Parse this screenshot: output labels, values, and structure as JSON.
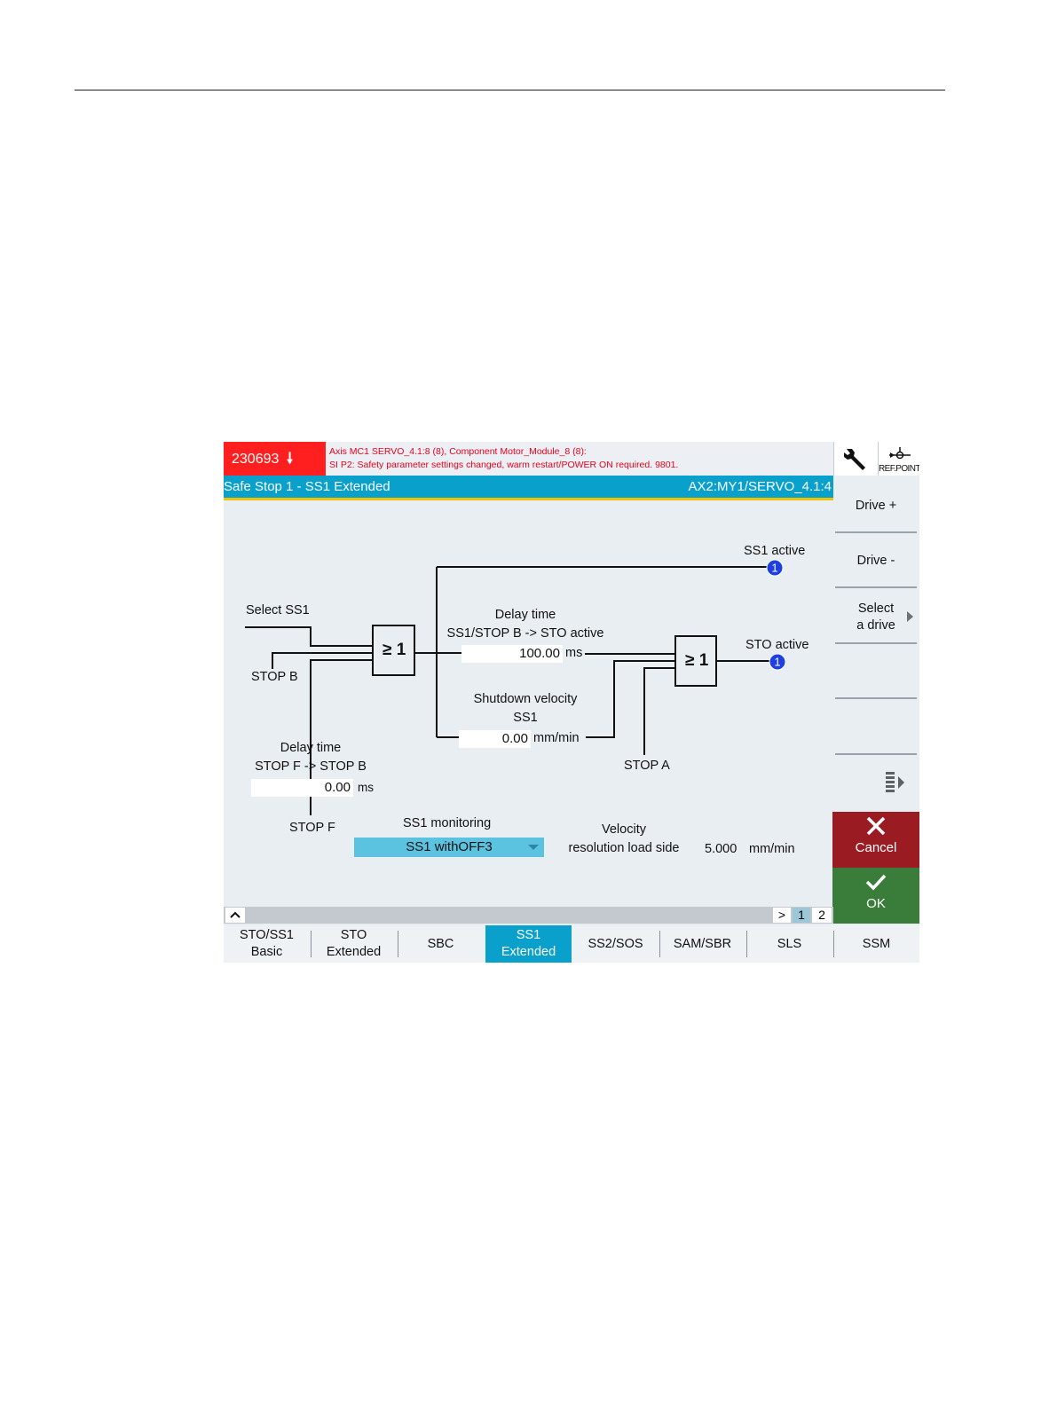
{
  "alarm": {
    "code": "230693",
    "arrow": "🠗",
    "line1": "Axis MC1 SERVO_4.1:8 (8), Component Motor_Module_8 (8):",
    "line2": "SI P2: Safety parameter settings changed, warm restart/POWER ON required. 9801."
  },
  "top_buttons": {
    "tool_icon": "wrench-icon",
    "ref_label": "REF.POINT"
  },
  "title": {
    "left": "Safe Stop 1 - SS1 Extended",
    "right": "AX2:MY1/SERVO_4.1:4"
  },
  "softkeys": {
    "drive_plus": "Drive +",
    "drive_minus": "Drive -",
    "select_drive_1": "Select",
    "select_drive_2": "a drive",
    "cancel": "Cancel",
    "ok": "OK"
  },
  "diagram": {
    "select_ss1": "Select SS1",
    "stop_b": "STOP B",
    "stop_f": "STOP F",
    "stop_a": "STOP A",
    "or_gate": "≥ 1",
    "ss1_active": "SS1 active",
    "sto_active": "STO active",
    "badge": "1",
    "delay1_title": "Delay time",
    "delay1_sub": "SS1/STOP B -> STO active",
    "delay1_value": "100.00",
    "delay1_unit": "ms",
    "shutdown_title": "Shutdown velocity",
    "shutdown_sub": "SS1",
    "shutdown_value": "0.00",
    "shutdown_unit": "mm/min",
    "delay2_title": "Delay time",
    "delay2_sub": "STOP F -> STOP B",
    "delay2_value": "0.00",
    "delay2_unit": "ms",
    "monitoring_label": "SS1 monitoring",
    "monitoring_value": "SS1 withOFF3",
    "velocity_title": "Velocity",
    "velocity_sub": "resolution load side",
    "velocity_value": "5.000",
    "velocity_unit": "mm/min"
  },
  "pager": {
    "next": ">",
    "p1": "1",
    "p2": "2"
  },
  "tabs": [
    "STO/SS1\nBasic",
    "STO\nExtended",
    "SBC",
    "SS1\nExtended",
    "SS2/SOS",
    "SAM/SBR",
    "SLS",
    "SSM"
  ],
  "colors": {
    "accent": "#0aa0cc",
    "alarm": "#ff1f1f",
    "cancel": "#9b1b23",
    "ok": "#3a7d3a",
    "badge": "#1f3fe0"
  }
}
